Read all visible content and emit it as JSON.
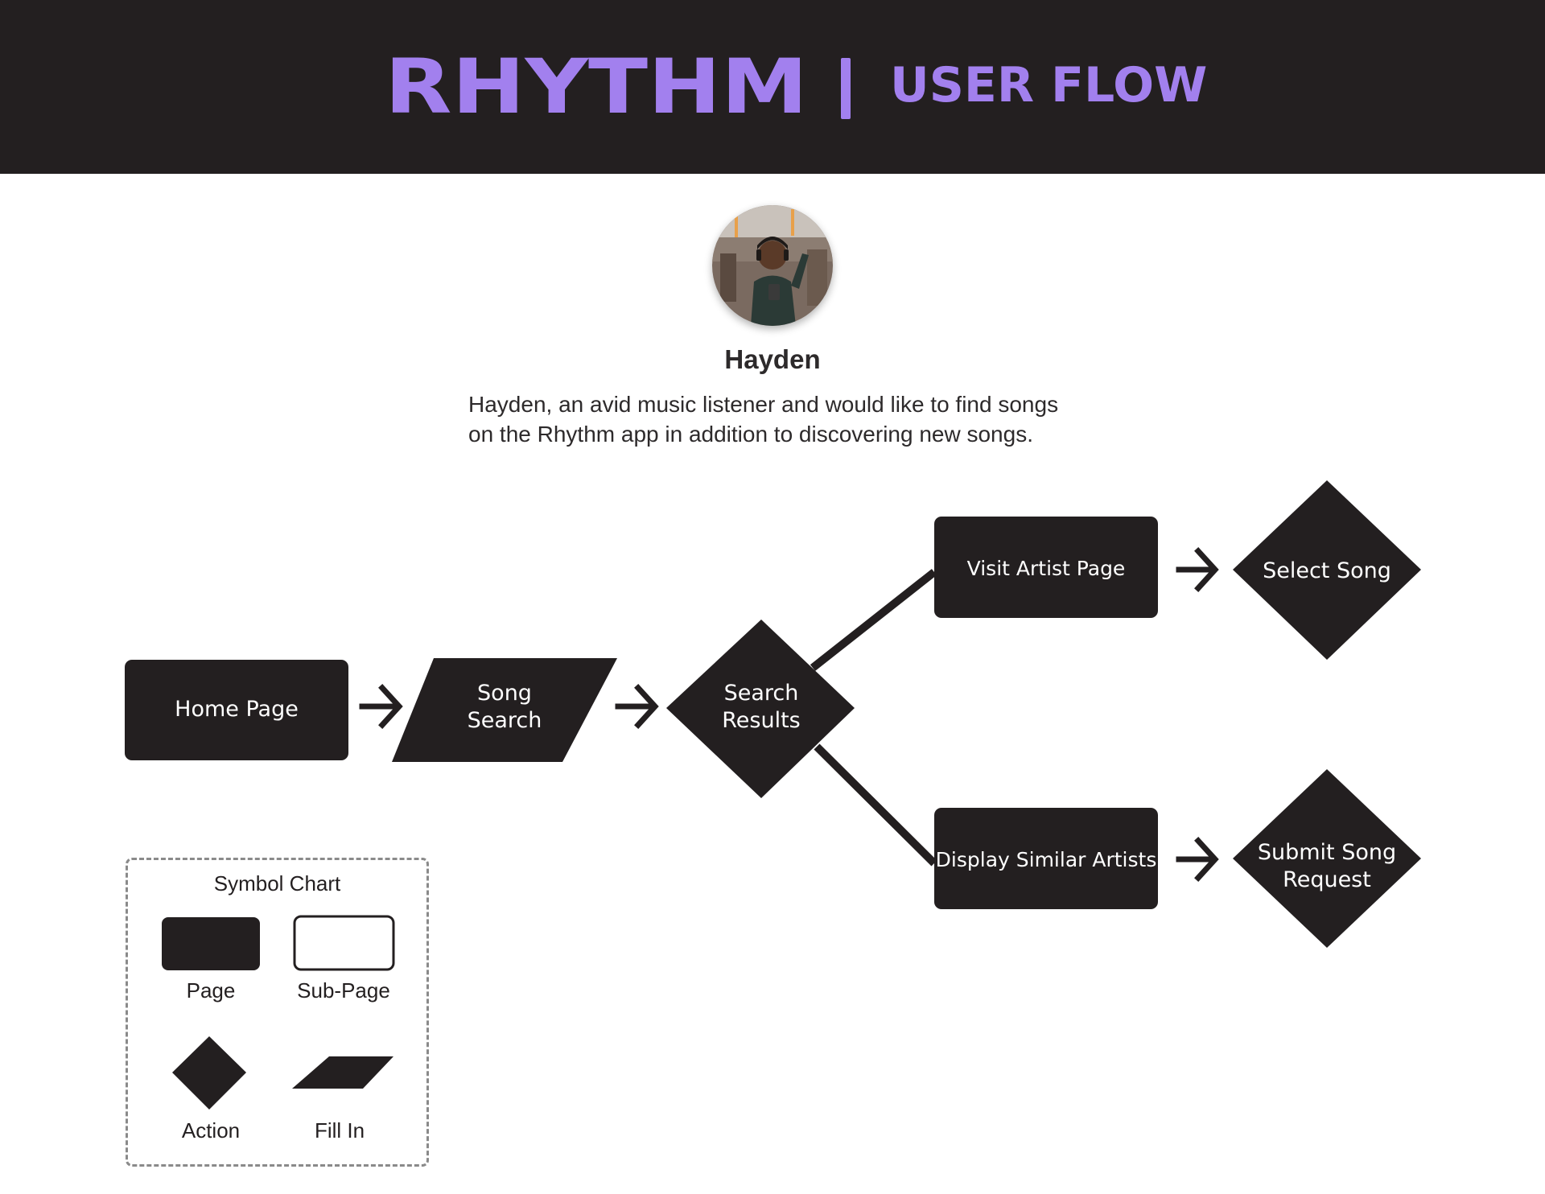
{
  "header": {
    "brand": "RHYTHM",
    "subtitle": "USER FLOW"
  },
  "persona": {
    "name": "Hayden",
    "description_line1": "Hayden, an avid music listener and would like to find songs",
    "description_line2": "on the Rhythm app in addition to discovering new songs."
  },
  "flow": {
    "home_page": "Home Page",
    "song_search_line1": "Song",
    "song_search_line2": "Search",
    "search_results_line1": "Search",
    "search_results_line2": "Results",
    "visit_artist_page": "Visit Artist Page",
    "select_song": "Select Song",
    "display_similar_artists": "Display Similar Artists",
    "submit_song_request_line1": "Submit Song",
    "submit_song_request_line2": "Request"
  },
  "legend": {
    "title": "Symbol Chart",
    "page": "Page",
    "sub_page": "Sub-Page",
    "action": "Action",
    "fill_in": "Fill In"
  },
  "colors": {
    "header_bg": "#231f20",
    "brand_purple": "#a280ee",
    "shape_fill": "#231f20",
    "shape_text": "#ffffff"
  }
}
